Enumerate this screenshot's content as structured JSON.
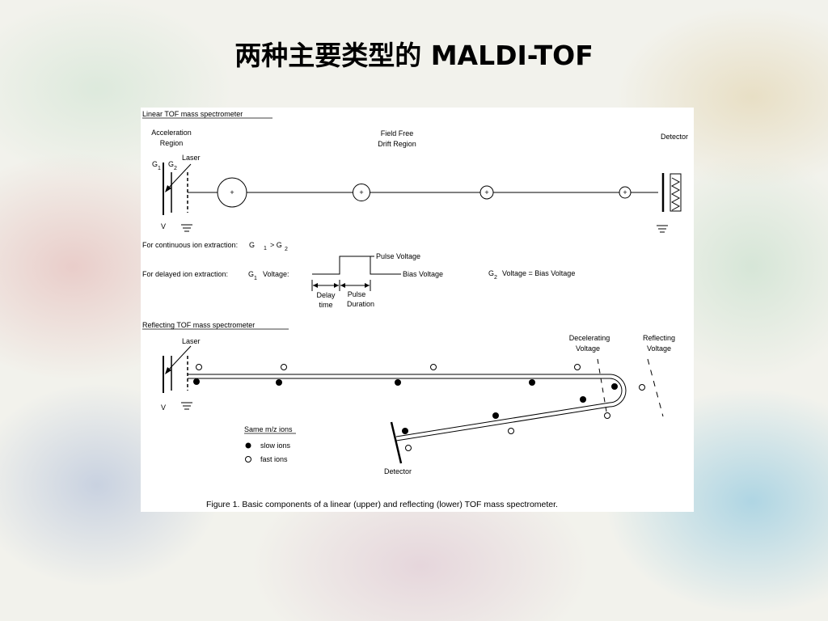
{
  "slide": {
    "title": "两种主要类型的 MALDI-TOF"
  },
  "figure": {
    "linear": {
      "heading": "Linear TOF mass spectrometer",
      "acceleration_region": [
        "Acceleration",
        "Region"
      ],
      "field_free": [
        "Field Free",
        "Drift Region"
      ],
      "detector": "Detector",
      "laser": "Laser",
      "g1": "G",
      "g1_sub": "1",
      "g2": "G",
      "g2_sub": "2",
      "v": "V",
      "ion_symbol": "+"
    },
    "extraction": {
      "continuous": "For continuous ion extraction:",
      "continuous_g1": "G",
      "continuous_g1_sub": "1",
      "continuous_rel": "> G",
      "continuous_g2_sub": "2",
      "delayed": "For delayed ion extraction:",
      "g1_voltage_g": "G",
      "g1_voltage_sub": "1",
      "g1_voltage": "Voltage:",
      "pulse_voltage": "Pulse Voltage",
      "bias_voltage": "Bias Voltage",
      "g2_voltage_g": "G",
      "g2_voltage_sub": "2",
      "g2_voltage": "Voltage = Bias Voltage",
      "delay_time": [
        "Delay",
        "time"
      ],
      "pulse_duration": [
        "Pulse",
        "Duration"
      ]
    },
    "reflecting": {
      "heading": "Reflecting TOF mass spectrometer",
      "laser": "Laser",
      "v": "V",
      "decelerating": [
        "Decelerating",
        "Voltage"
      ],
      "reflecting_voltage": [
        "Reflecting",
        "Voltage"
      ],
      "legend_title": "Same m/z ions",
      "slow_ions": "slow ions",
      "fast_ions": "fast ions",
      "detector": "Detector"
    },
    "caption": "Figure 1.  Basic components of a linear (upper) and reflecting (lower) TOF mass spectrometer."
  }
}
